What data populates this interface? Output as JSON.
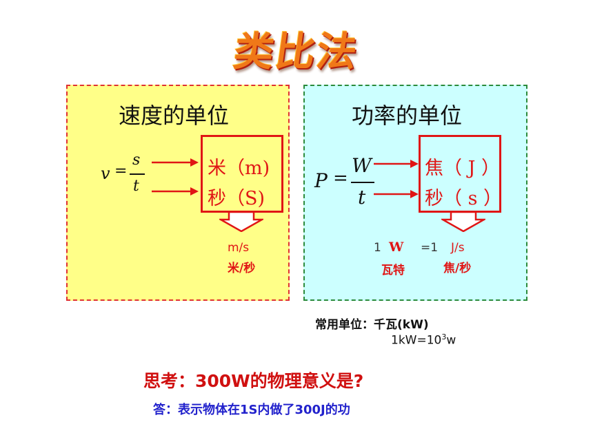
{
  "title": "类比法",
  "left": {
    "heading": "速度的单位",
    "formula": {
      "lhs": "v",
      "eq": "=",
      "num": "s",
      "den": "t"
    },
    "units": [
      "米（m)",
      "秒（S)"
    ],
    "result_symbol": "m/s",
    "result_name": "米/秒"
  },
  "right": {
    "heading": "功率的单位",
    "formula": {
      "lhs": "P",
      "eq": "=",
      "num": "W",
      "den": "t"
    },
    "units": [
      "焦（ J ）",
      "秒（ s ）"
    ],
    "equation": {
      "one": "1",
      "w": "W",
      "eq1": "=1",
      "js": "J/s"
    },
    "watt_name": "瓦特",
    "js_name": "焦/秒"
  },
  "common_unit": {
    "line1": "常用单位：千瓦(kW)",
    "line2_pre": "1kW=10",
    "line2_sup": "3",
    "line2_post": "w"
  },
  "question": "思考：300W的物理意义是?",
  "answer": "答：表示物体在1S内做了300J的功",
  "colors": {
    "red": "#e01515",
    "blue": "#2222cc",
    "yellow_bg": "#ffff88",
    "cyan_bg": "#ccffff"
  }
}
